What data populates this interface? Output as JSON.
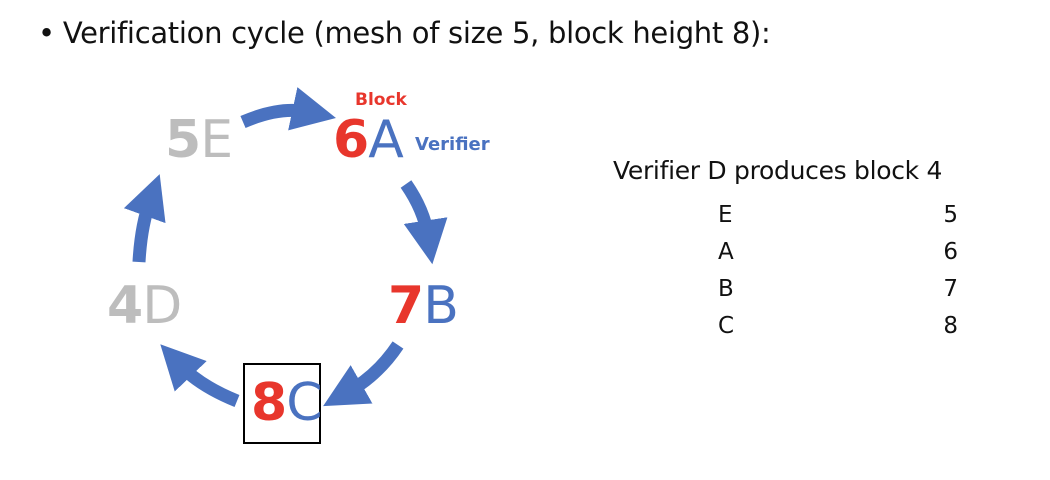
{
  "heading": {
    "bullet": "•",
    "text": "Verification cycle (mesh of size 5, block height 8):"
  },
  "labels": {
    "block": "Block",
    "verifier": "Verifier"
  },
  "nodes": [
    {
      "block": "5",
      "verifier": "E",
      "state": "inactive"
    },
    {
      "block": "6",
      "verifier": "A",
      "state": "active"
    },
    {
      "block": "7",
      "verifier": "B",
      "state": "active"
    },
    {
      "block": "8",
      "verifier": "C",
      "state": "active",
      "highlighted": true
    },
    {
      "block": "4",
      "verifier": "D",
      "state": "inactive"
    }
  ],
  "table": {
    "title": "Verifier D produces block 4",
    "rows": [
      {
        "verifier": "E",
        "block": "5"
      },
      {
        "verifier": "A",
        "block": "6"
      },
      {
        "verifier": "B",
        "block": "7"
      },
      {
        "verifier": "C",
        "block": "8"
      }
    ]
  },
  "colors": {
    "arrow": "#4a72c0",
    "block_active": "#e8362c",
    "verifier_active": "#4a72c0",
    "inactive": "#bdbdbd"
  }
}
